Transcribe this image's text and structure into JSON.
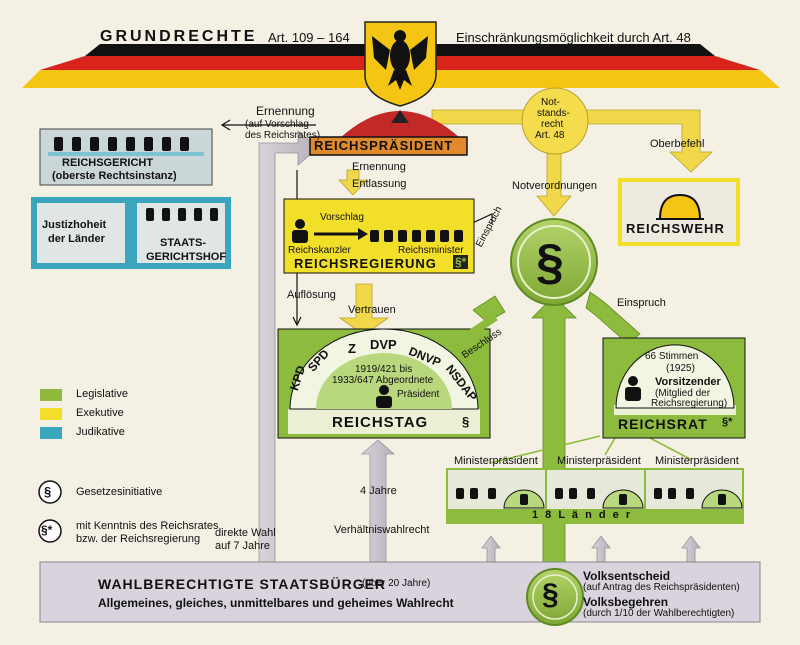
{
  "header": {
    "title": "GRUNDRECHTE",
    "articles": "Art. 109 – 164",
    "restriction": "Einschränkungsmöglichkeit durch Art. 48"
  },
  "colors": {
    "legislative": "#8fb83c",
    "executive": "#f2df2a",
    "judicative": "#3aa6bd",
    "arrow_gray": "#cfc8cf",
    "flag_black": "#111111",
    "flag_red": "#d8241b",
    "flag_gold": "#f4c613",
    "president_box": "#e08a2c"
  },
  "reichspraesident": {
    "label": "REICHSPRÄSIDENT",
    "ernennung": "Ernennung",
    "ernennung_note_1": "(auf Vorschlag",
    "ernennung_note_2": "des Reichsrates)",
    "ernennung2": "Ernennung",
    "entlassung": "Entlassung"
  },
  "notstand": {
    "line1": "Not-",
    "line2": "stands-",
    "line3": "recht",
    "line4": "Art. 48"
  },
  "oberbefehl": "Oberbefehl",
  "notverordnungen": "Notverordnungen",
  "reichsgericht": {
    "title": "REICHSGERICHT",
    "subtitle": "(oberste Rechtsinstanz)"
  },
  "justiz": {
    "line1": "Justizhoheit",
    "line2": "der Länder"
  },
  "staatsgerichtshof": {
    "line1": "STAATS-",
    "line2": "GERICHTSHOF"
  },
  "reichsregierung": {
    "title": "REICHSREGIERUNG",
    "vorschlag": "Vorschlag",
    "kanzler": "Reichskanzler",
    "minister": "Reichsminister",
    "symbol": "§*"
  },
  "reichswehr": "REICHSWEHR",
  "einspruch_top": "Einspruch",
  "einspruch_right": "Einspruch",
  "beschluss": "Beschluss",
  "aufloesung": "Auflösung",
  "vertrauen": "Vertrauen",
  "law_symbol": "§",
  "reichstag": {
    "title": "REICHSTAG",
    "parties": [
      "KPD",
      "SPD",
      "Z",
      "DVP",
      "DNVP",
      "NSDAP"
    ],
    "seats_1": "1919/421 bis",
    "seats_2": "1933/647 Abgeordnete",
    "praesident": "Präsident",
    "symbol": "§"
  },
  "reichsrat": {
    "title": "REICHSRAT",
    "stimmen_1": "66 Stimmen",
    "stimmen_2": "(1925)",
    "vorsitz_title": "Vorsitzender",
    "vorsitz_note_1": "(Mitglied der",
    "vorsitz_note_2": "Reichsregierung)",
    "symbol": "§*"
  },
  "ministerpraesident": [
    "Ministerpräsident",
    "Ministerpräsident",
    "Ministerpräsident"
  ],
  "laender": "1 8   L ä n d e r",
  "legend": [
    {
      "label": "Legislative",
      "color": "#8fb83c"
    },
    {
      "label": "Exekutive",
      "color": "#f2df2a"
    },
    {
      "label": "Judikative",
      "color": "#3aa6bd"
    }
  ],
  "legend_law": {
    "symbol": "§",
    "label": "Gesetzesinitiative"
  },
  "legend_law_star": {
    "symbol": "§*",
    "line1": "mit Kenntnis des Reichsrates",
    "line2": "bzw. der Reichsregierung"
  },
  "direkte_wahl": {
    "line1": "direkte Wahl",
    "line2": "auf 7 Jahre"
  },
  "vier_jahre": "4 Jahre",
  "verhaeltniswahl": "Verhältniswahlrecht",
  "wahl": {
    "title": "WAHLBERECHTIGTE STAATSBÜRGER",
    "title_note": "(über 20 Jahre)",
    "subtitle": "Allgemeines, gleiches, unmittelbares und geheimes Wahlrecht",
    "symbol": "§"
  },
  "volksentscheid": {
    "title": "Volksentscheid",
    "note": "(auf Antrag des Reichspräsidenten)"
  },
  "volksbegehren": {
    "title": "Volksbegehren",
    "note": "(durch 1/10 der Wahlberechtigten)"
  }
}
